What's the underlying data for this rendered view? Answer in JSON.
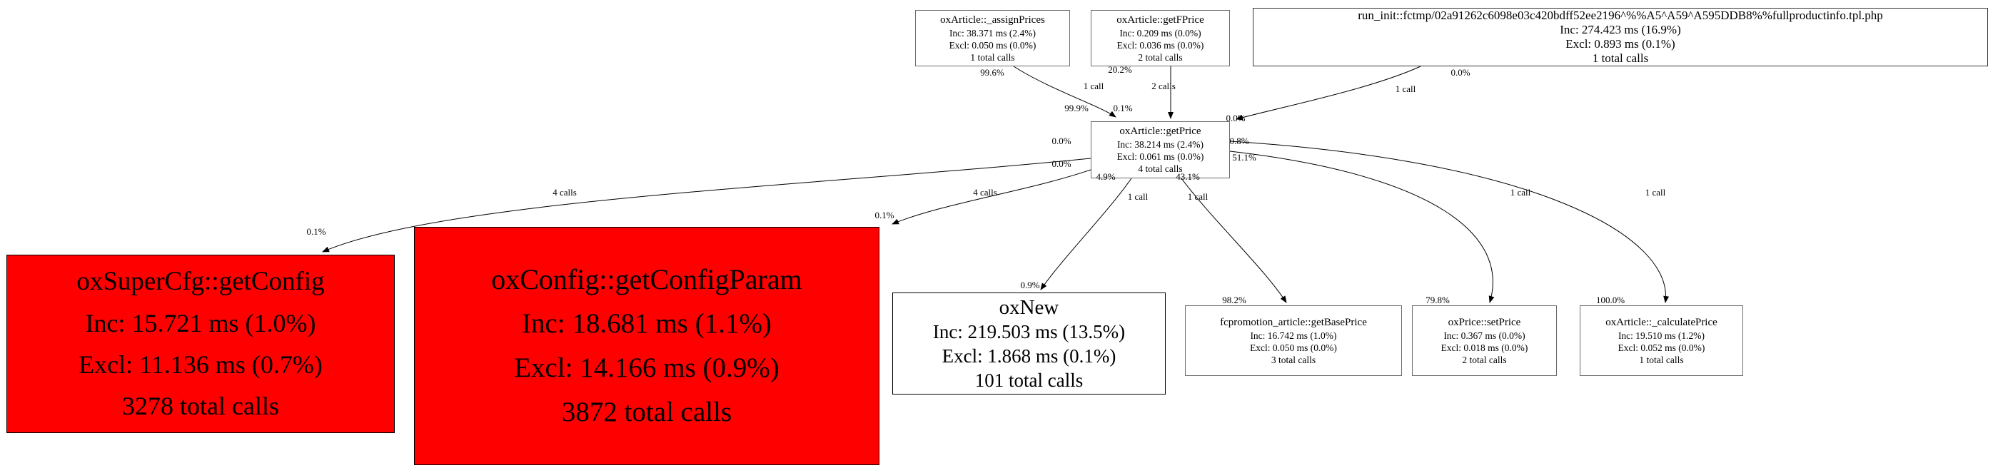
{
  "title": "profiler-call-graph",
  "colors": {
    "hot_node": "#ff0000",
    "node_background": "#ffffff",
    "node_border": "#666666",
    "edge": "#000000",
    "background": "#ffffff"
  },
  "nodes": {
    "assign_prices": {
      "title": "oxArticle::_assignPrices",
      "inc": "Inc: 38.371 ms (2.4%)",
      "excl": "Excl: 0.050 ms (0.0%)",
      "calls": "1 total calls"
    },
    "get_fprice": {
      "title": "oxArticle::getFPrice",
      "inc": "Inc: 0.209 ms (0.0%)",
      "excl": "Excl: 0.036 ms (0.0%)",
      "calls": "2 total calls"
    },
    "run_init": {
      "title": "run_init::fctmp/02a91262c6098e03c420bdff52ee2196^%%A5^A59^A595DDB8%%fullproductinfo.tpl.php",
      "inc": "Inc: 274.423 ms (16.9%)",
      "excl": "Excl: 0.893 ms (0.1%)",
      "calls": "1 total calls"
    },
    "get_price": {
      "title": "oxArticle::getPrice",
      "inc": "Inc: 38.214 ms (2.4%)",
      "excl": "Excl: 0.061 ms (0.0%)",
      "calls": "4 total calls"
    },
    "get_config": {
      "title": "oxSuperCfg::getConfig",
      "inc": "Inc: 15.721 ms (1.0%)",
      "excl": "Excl: 11.136 ms (0.7%)",
      "calls": "3278 total calls"
    },
    "get_config_param": {
      "title": "oxConfig::getConfigParam",
      "inc": "Inc: 18.681 ms (1.1%)",
      "excl": "Excl: 14.166 ms (0.9%)",
      "calls": "3872 total calls"
    },
    "ox_new": {
      "title": "oxNew",
      "inc": "Inc: 219.503 ms (13.5%)",
      "excl": "Excl: 1.868 ms (0.1%)",
      "calls": "101 total calls"
    },
    "get_base_price": {
      "title": "fcpromotion_article::getBasePrice",
      "inc": "Inc: 16.742 ms (1.0%)",
      "excl": "Excl: 0.050 ms (0.0%)",
      "calls": "3 total calls"
    },
    "set_price": {
      "title": "oxPrice::setPrice",
      "inc": "Inc: 0.367 ms (0.0%)",
      "excl": "Excl: 0.018 ms (0.0%)",
      "calls": "2 total calls"
    },
    "calculate_price": {
      "title": "oxArticle::_calculatePrice",
      "inc": "Inc: 19.510 ms (1.2%)",
      "excl": "Excl: 0.052 ms (0.0%)",
      "calls": "1 total calls"
    }
  },
  "edge_labels": [
    "99.6%",
    "1 call",
    "99.9%",
    "0.1%",
    "2 calls",
    "20.2%",
    "1 call",
    "0.0%",
    "0.0%",
    "0.8%",
    "51.1%",
    "0.0%",
    "0.0%",
    "4 calls",
    "4 calls",
    "4.9%",
    "1 call",
    "43.1%",
    "1 call",
    "1 call",
    "1 call",
    "0.1%",
    "0.1%",
    "0.9%",
    "98.2%",
    "79.8%",
    "100.0%"
  ]
}
